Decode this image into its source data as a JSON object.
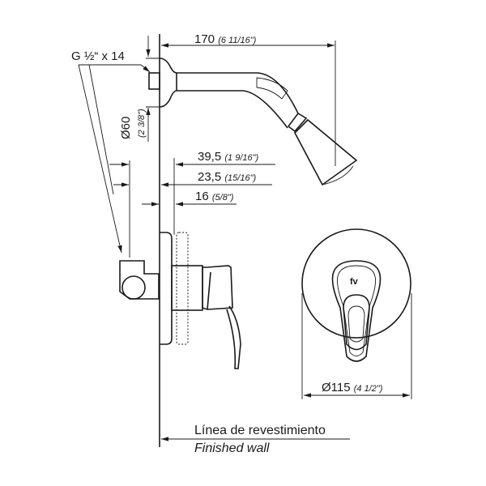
{
  "dimensions": {
    "arm_length": {
      "value": "170",
      "imperial": "(6 11/16\")"
    },
    "thread": {
      "value": "G ½“ x 14"
    },
    "flange_diameter": {
      "value": "Ø60",
      "imperial": "(2 3/8\")"
    },
    "depth_max": {
      "value": "39,5",
      "imperial": "(1 9/16\")"
    },
    "depth_mid": {
      "value": "23,5",
      "imperial": "(15/16\")"
    },
    "depth_min": {
      "value": "16",
      "imperial": "(5/8\")"
    },
    "escutcheon_diameter": {
      "value": "Ø115",
      "imperial": "(4 1/2\")"
    }
  },
  "wall_label": {
    "spanish": "Línea de revestimiento",
    "english": "Finished wall"
  },
  "logo": "fv"
}
